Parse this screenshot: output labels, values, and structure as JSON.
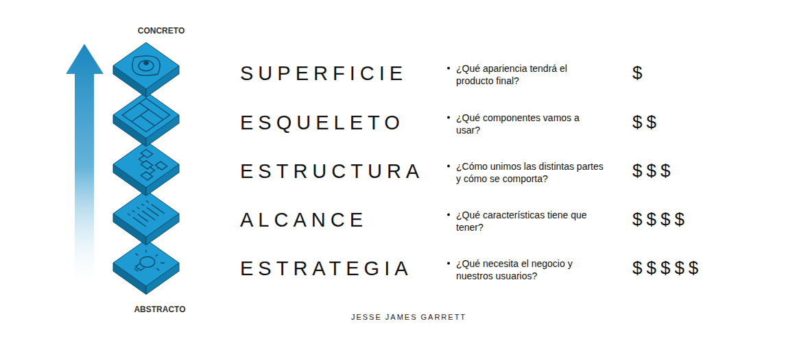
{
  "diagram": {
    "labels": [
      "CONCRETO",
      "SUPERFICIE",
      "¿Qué apariencia tendrá el producto final?",
      "$",
      "ESQUELETO",
      "¿Qué componentes vamos a usar?",
      "$$",
      "ESTRUCTURA",
      "¿Cómo unimos las distintas partes y cómo se comporta?",
      "$$$",
      "ALCANCE",
      "¿Qué características tiene que tener?",
      "$$$$",
      "ESTRATEGIA",
      "¿Qué necesita el negocio y nuestros usuarios?",
      "$$$$$",
      "ABSTRACTO",
      "JESSE JAMES GARRETT"
    ]
  }
}
